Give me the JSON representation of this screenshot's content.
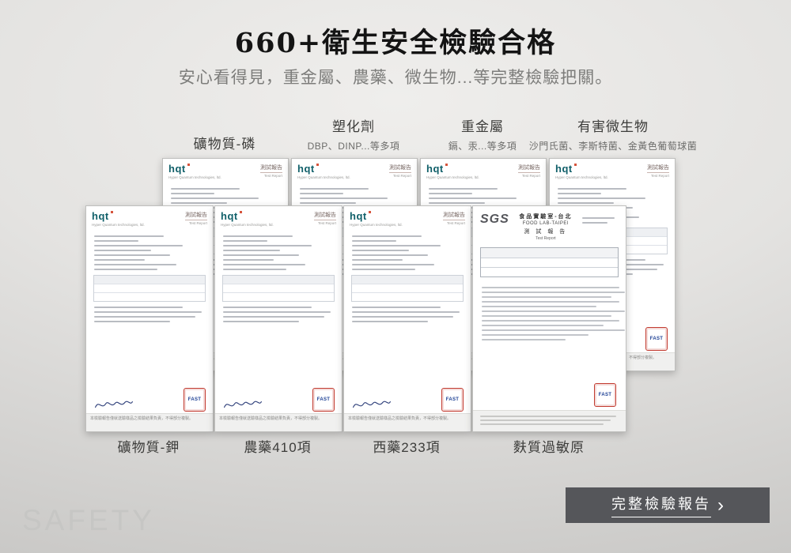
{
  "header": {
    "title": "660+衛生安全檢驗合格",
    "subtitle": "安心看得見，重金屬、農藥、微生物...等完整檢驗把關。"
  },
  "back_row": [
    {
      "label": "礦物質-磷",
      "sublabel": ""
    },
    {
      "label": "塑化劑",
      "sublabel": "DBP、DINP...等多項"
    },
    {
      "label": "重金屬",
      "sublabel": "鎘、汞...等多項"
    },
    {
      "label": "有害微生物",
      "sublabel": "沙門氏菌、李斯特菌、金黃色葡萄球菌"
    }
  ],
  "front_row": [
    {
      "label": "礦物質-鉀"
    },
    {
      "label": "農藥410項"
    },
    {
      "label": "西藥233項"
    },
    {
      "label": "麩質過敏原"
    }
  ],
  "cert_text": {
    "hqt": {
      "logo": "hqt",
      "tagline": "Hyper Quantum technologies, ltd.",
      "report_title": "測試報告",
      "report_en": "Test Report",
      "footer": "本檢驗報告僅就送驗樣品之檢驗結果負責，不得部分複製。"
    },
    "sgs": {
      "logo": "SGS",
      "lab_zh": "食品實驗室-台北",
      "lab_en": "FOOD LAB-TAIPEI",
      "report_zh": "測 試 報 告",
      "report_en": "Test Report"
    },
    "stamp_label": "FAST"
  },
  "footer": {
    "watermark": "SAFETY",
    "button_label": "完整檢驗報告",
    "button_chevron": "›"
  },
  "colors": {
    "hqt_teal": "#11606a",
    "ring_pink": "#e8a69c",
    "button_bg": "#55565a",
    "stamp_red": "#c23b30",
    "stamp_blue": "#1c3f94"
  }
}
